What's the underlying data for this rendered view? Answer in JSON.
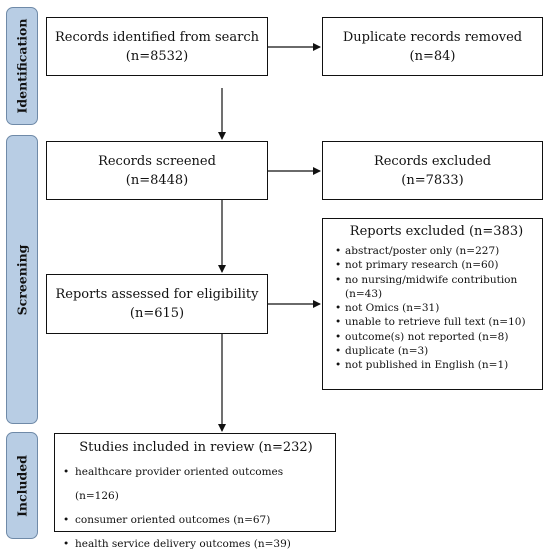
{
  "phases": {
    "identification": "Identification",
    "screening": "Screening",
    "included": "Included"
  },
  "identified": {
    "line1": "Records identified from search",
    "line2": "(n=8532)"
  },
  "duplicates": {
    "line1": "Duplicate records removed",
    "line2": "(n=84)"
  },
  "screened": {
    "line1": "Records screened",
    "line2": "(n=8448)"
  },
  "excluded": {
    "line1": "Records excluded",
    "line2": "(n=7833)"
  },
  "assessed": {
    "line1": "Reports assessed for eligibility",
    "line2": "(n=615)"
  },
  "reports_excluded": {
    "title": "Reports excluded (n=383)",
    "items": [
      "abstract/poster only (n=227)",
      "not primary research (n=60)",
      "no nursing/midwife contribution (n=43)",
      "not Omics (n=31)",
      "unable to retrieve full text (n=10)",
      "outcome(s) not reported (n=8)",
      "duplicate (n=3)",
      "not published in English (n=1)"
    ]
  },
  "included_studies": {
    "title": "Studies included in review (n=232)",
    "items": [
      "healthcare provider oriented outcomes (n=126)",
      "consumer oriented outcomes (n=67)",
      "health service delivery outcomes (n=39)"
    ]
  }
}
